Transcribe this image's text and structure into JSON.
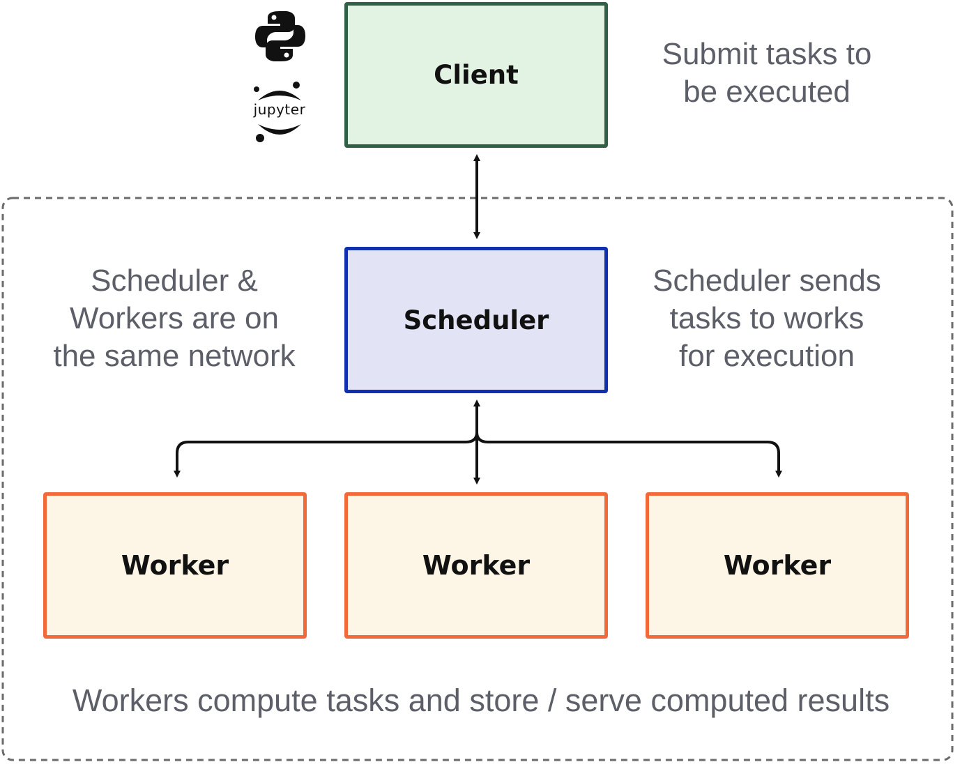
{
  "nodes": {
    "client": "Client",
    "scheduler": "Scheduler",
    "workers": [
      "Worker",
      "Worker",
      "Worker"
    ]
  },
  "notes": {
    "client": [
      "Submit tasks to",
      "be executed"
    ],
    "network": [
      "Scheduler &",
      "Workers are on",
      "the same network"
    ],
    "sends": [
      "Scheduler sends",
      "tasks to works",
      "for execution"
    ],
    "bottom": "Workers compute tasks and store / serve computed results"
  },
  "logos": {
    "python": "python-icon",
    "jupyter": "jupyter"
  },
  "colors": {
    "client_fill": "#e2f3e4",
    "client_border": "#2f5f45",
    "scheduler_fill": "#e2e3f4",
    "scheduler_border": "#1030b0",
    "worker_fill": "#fdf5e6",
    "worker_border": "#f26a3a",
    "note_text": "#5c5f68",
    "connector": "#111111",
    "boundary": "#6b6b6b"
  }
}
